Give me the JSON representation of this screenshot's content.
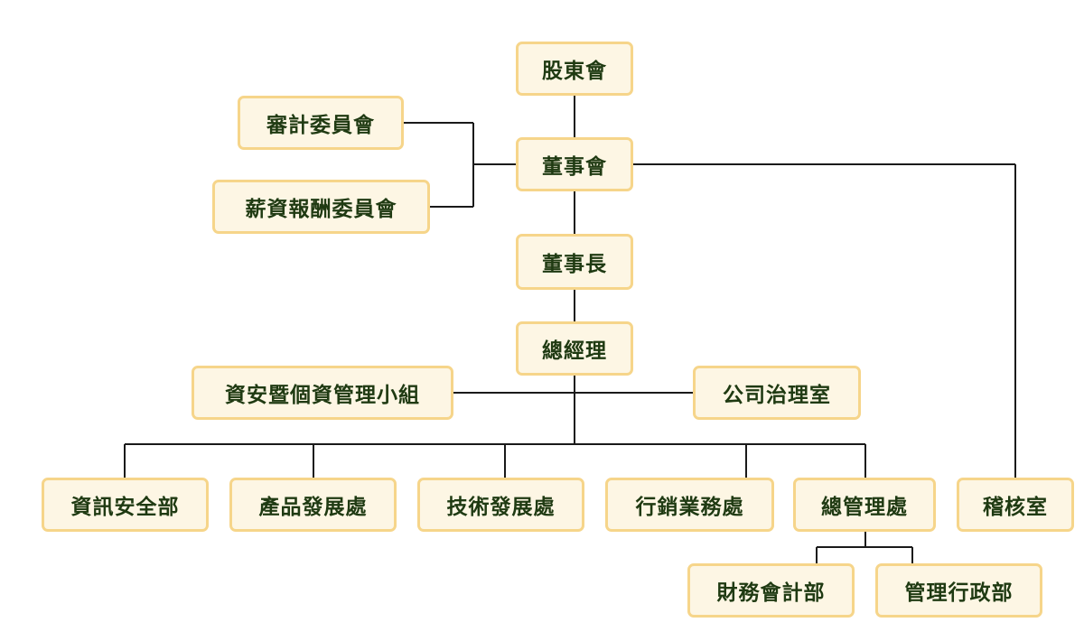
{
  "org_chart": {
    "shareholders": "股東會",
    "board": "董事會",
    "audit_committee": "審計委員會",
    "compensation_committee": "薪資報酬委員會",
    "chairman": "董事長",
    "president": "總經理",
    "infosec_team": "資安暨個資管理小組",
    "governance_office": "公司治理室",
    "it_dept": "資訊安全部",
    "product_div": "產品發展處",
    "tech_div": "技術發展處",
    "sales_div": "行銷業務處",
    "admin_div": "總管理處",
    "internal_audit": "稽核室",
    "finance_dept": "財務會計部",
    "admin_dept": "管理行政部"
  },
  "colors": {
    "node_fill": "#fdf6e4",
    "node_border": "#f6d58a",
    "node_text": "#1f3a12",
    "connector": "#1a1a1a"
  }
}
